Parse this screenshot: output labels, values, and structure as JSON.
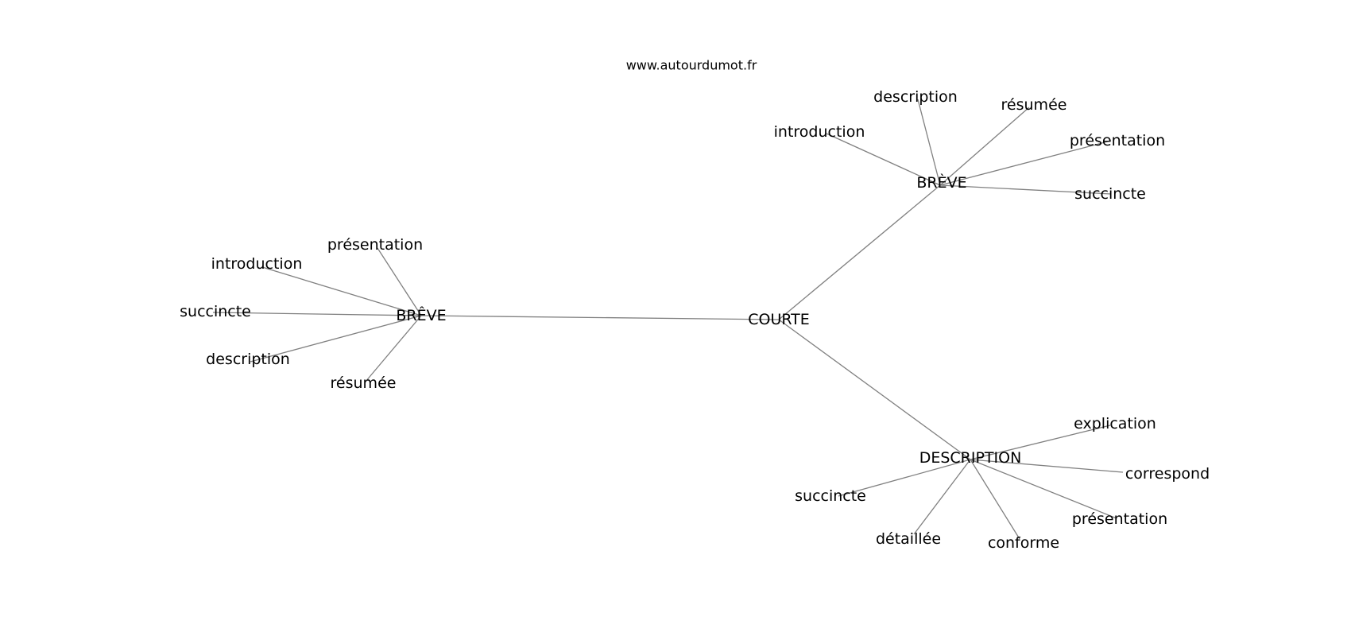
{
  "site": "www.autourdumot.fr",
  "root": "COURTE",
  "branches": [
    {
      "word": "BRÊVE",
      "children": [
        "présentation",
        "introduction",
        "succincte",
        "description",
        "résumée"
      ]
    },
    {
      "word": "BRÈVE",
      "children": [
        "introduction",
        "description",
        "résumée",
        "présentation",
        "succincte"
      ]
    },
    {
      "word": "DESCRIPTION",
      "children": [
        "explication",
        "correspond",
        "présentation",
        "conforme",
        "détaillée",
        "succincte"
      ]
    }
  ]
}
